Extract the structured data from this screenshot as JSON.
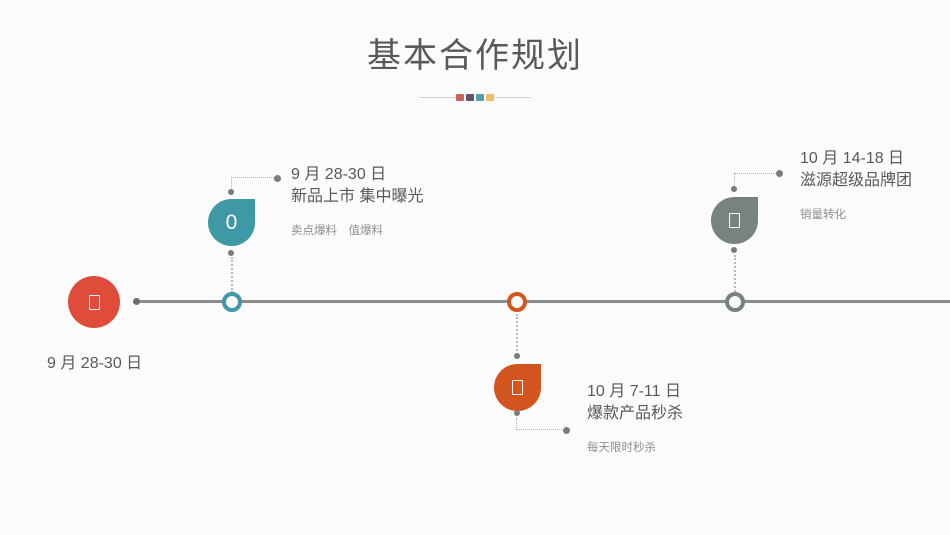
{
  "slide": {
    "title": "基本合作规划",
    "background_color": "#fbfbfb",
    "title_color": "#595959",
    "divider_colors": [
      "#cc6257",
      "#62546e",
      "#539ea9",
      "#f0bb62"
    ]
  },
  "timeline": {
    "line_color": "#8c8c8c",
    "start": {
      "label": "9 月 28-30 日",
      "color": "#e04c3a",
      "icon": "box-placeholder"
    },
    "milestones": [
      {
        "position": "above",
        "color": "#3e98a6",
        "badge": "0",
        "date": "9 月 28-30 日",
        "title": "新品上市 集中曝光",
        "note": "卖点爆料　值爆料"
      },
      {
        "position": "below",
        "color": "#d2541e",
        "badge": "",
        "icon": "box-placeholder",
        "date": "10 月 7-11 日",
        "title": "爆款产品秒杀",
        "note": "每天限时秒杀"
      },
      {
        "position": "above",
        "color": "#778380",
        "badge": "",
        "icon": "box-placeholder",
        "date": "10 月 14-18 日",
        "title": "滋源超级品牌团",
        "note": "销量转化"
      }
    ]
  }
}
